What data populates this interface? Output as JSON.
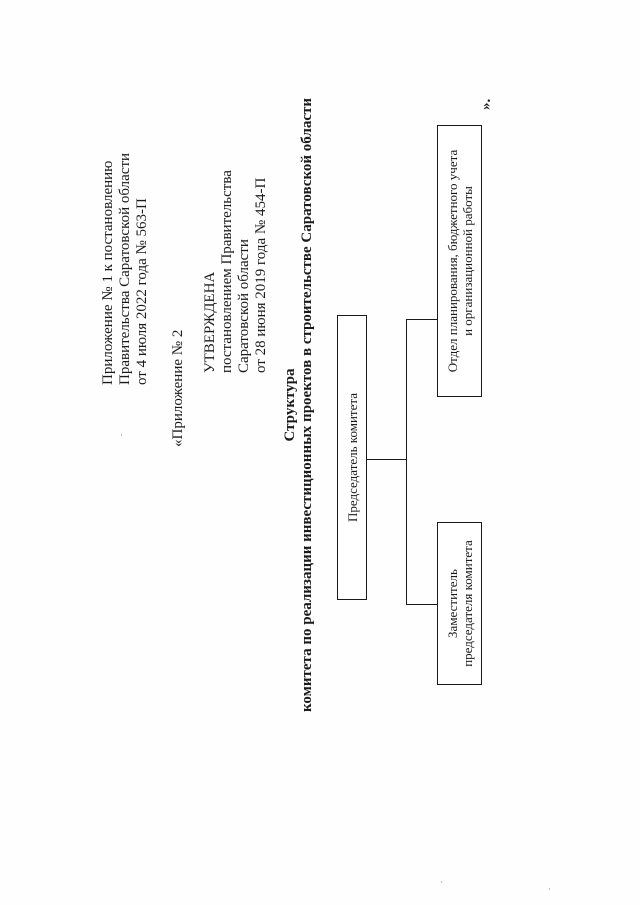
{
  "approval_header": [
    "Приложение № 1 к постановлению",
    "Правительства Саратовской области",
    "от 4 июля 2022 года № 563-П"
  ],
  "appendix_label": "«Приложение № 2",
  "approved_block": [
    "УТВЕРЖДЕНА",
    "постановлением Правительства",
    "Саратовской области",
    "от 28 июня 2019 года № 454-П"
  ],
  "title": {
    "line1": "Структура",
    "line2": "комитета по реализации инвестиционных проектов в строительстве Саратовской области"
  },
  "org_chart": {
    "chairman": "Председатель комитета",
    "deputy": [
      "Заместитель",
      "председателя комитета"
    ],
    "department": [
      "Отдел планирования, бюджетного учета",
      "и организационной работы"
    ]
  },
  "closing_mark": "».",
  "colors": {
    "ink": "#1a1a1a",
    "paper": "#fefefe"
  }
}
